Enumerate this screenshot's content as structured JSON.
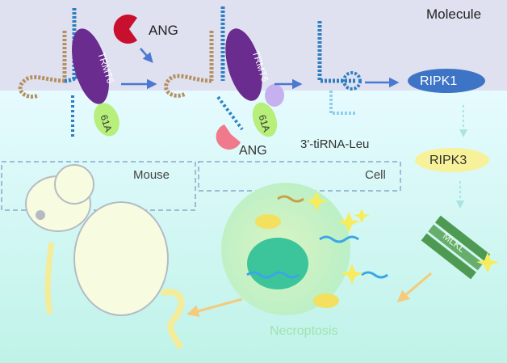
{
  "labels": {
    "molecule": "Molecule",
    "ang_top": "ANG",
    "ang_bottom": "ANG",
    "tirna": "3'-tiRNA-Leu",
    "mouse": "Mouse",
    "cell": "Cell",
    "necroptosis": "Necroptosis",
    "ripk1": "RIPK1",
    "ripk3": "RIPK3",
    "mlkl": "MLKL",
    "trmt6_left": "TRMT6",
    "trmt6_mid": "TRMT6",
    "trmt61a_left": "61A",
    "trmt61a_mid": "61A"
  },
  "colors": {
    "molecule_panel": "#dfe1f1",
    "lower_panel": "#cdf6f3",
    "trmt6": "#6a2c8e",
    "trmt61a": "#b6ef7a",
    "ang": "#c8102e",
    "ripk1": "#3e74c6",
    "ripk3": "#f7f29a",
    "arrow_blue": "#4b78d0",
    "arrow_yellow": "#f5ca7a"
  }
}
